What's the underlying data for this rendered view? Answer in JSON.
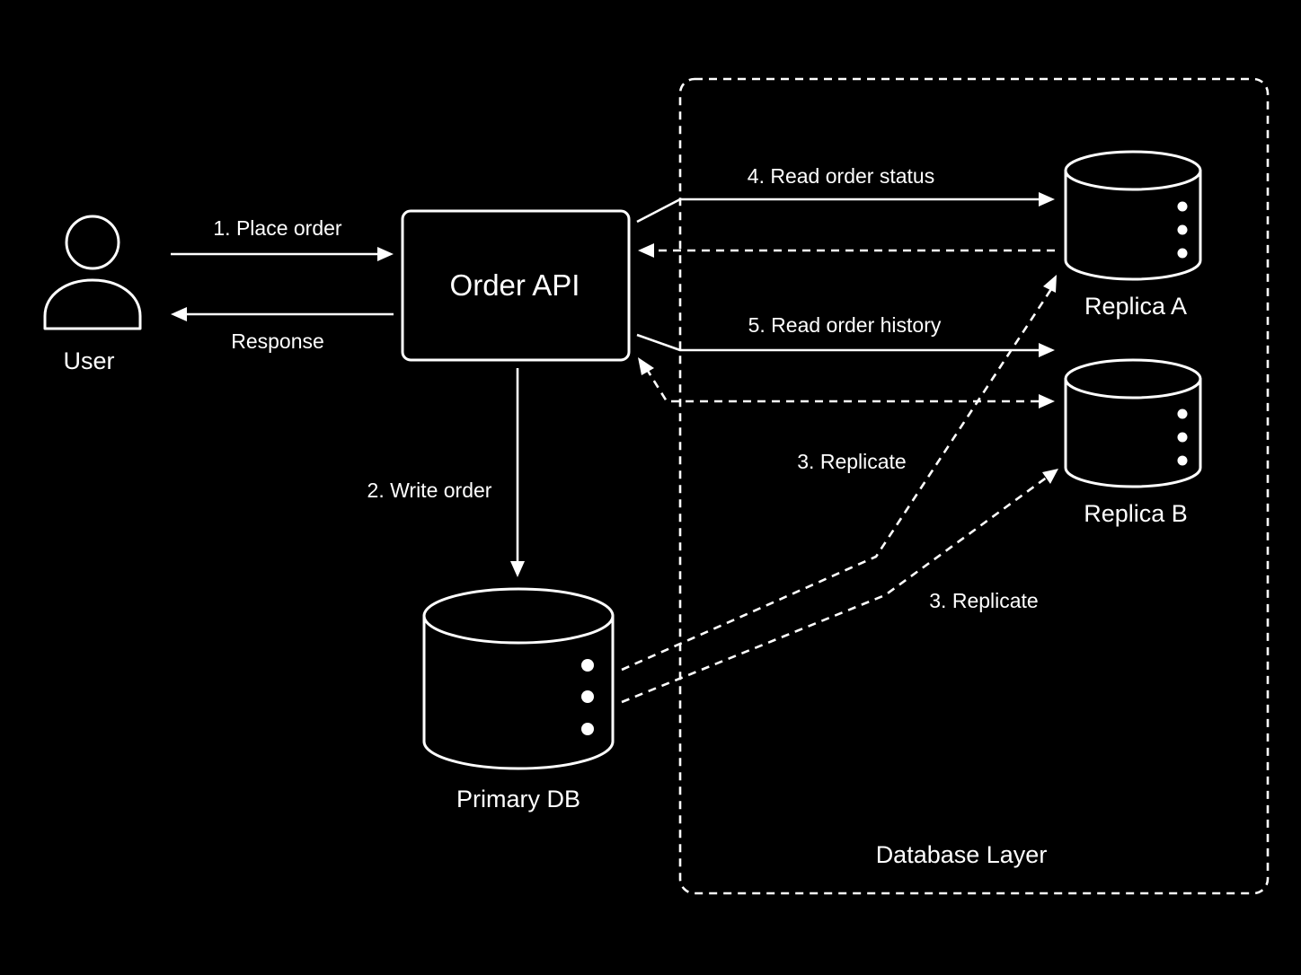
{
  "diagram": {
    "colors": {
      "background": "#000000",
      "foreground": "#ffffff"
    },
    "group": {
      "label": "Database Layer",
      "style": "dashed"
    },
    "nodes": {
      "user": {
        "label": "User",
        "icon": "user-icon"
      },
      "api": {
        "label": "Order API"
      },
      "primary": {
        "label": "Primary DB",
        "icon": "database-icon"
      },
      "replica_a": {
        "label": "Replica A",
        "icon": "database-icon"
      },
      "replica_b": {
        "label": "Replica B",
        "icon": "database-icon"
      }
    },
    "edges": {
      "place_order": {
        "label": "1. Place order",
        "from": "User",
        "to": "Order API",
        "style": "solid"
      },
      "response": {
        "label": "Response",
        "from": "Order API",
        "to": "User",
        "style": "solid"
      },
      "write_order": {
        "label": "2. Write order",
        "from": "Order API",
        "to": "Primary DB",
        "style": "solid"
      },
      "replicate_a": {
        "label": "3. Replicate",
        "from": "Primary DB",
        "to": "Replica A",
        "style": "dashed"
      },
      "replicate_b": {
        "label": "3. Replicate",
        "from": "Primary DB",
        "to": "Replica B",
        "style": "dashed"
      },
      "read_status": {
        "label": "4. Read order status",
        "from": "Order API",
        "to": "Replica A",
        "style": "solid"
      },
      "read_status_return": {
        "from": "Replica A",
        "to": "Order API",
        "style": "dashed"
      },
      "read_history": {
        "label": "5. Read order history",
        "from": "Order API",
        "to": "Replica B",
        "style": "solid"
      },
      "read_history_return": {
        "from": "Replica B",
        "to": "Order API",
        "style": "dashed"
      }
    }
  }
}
